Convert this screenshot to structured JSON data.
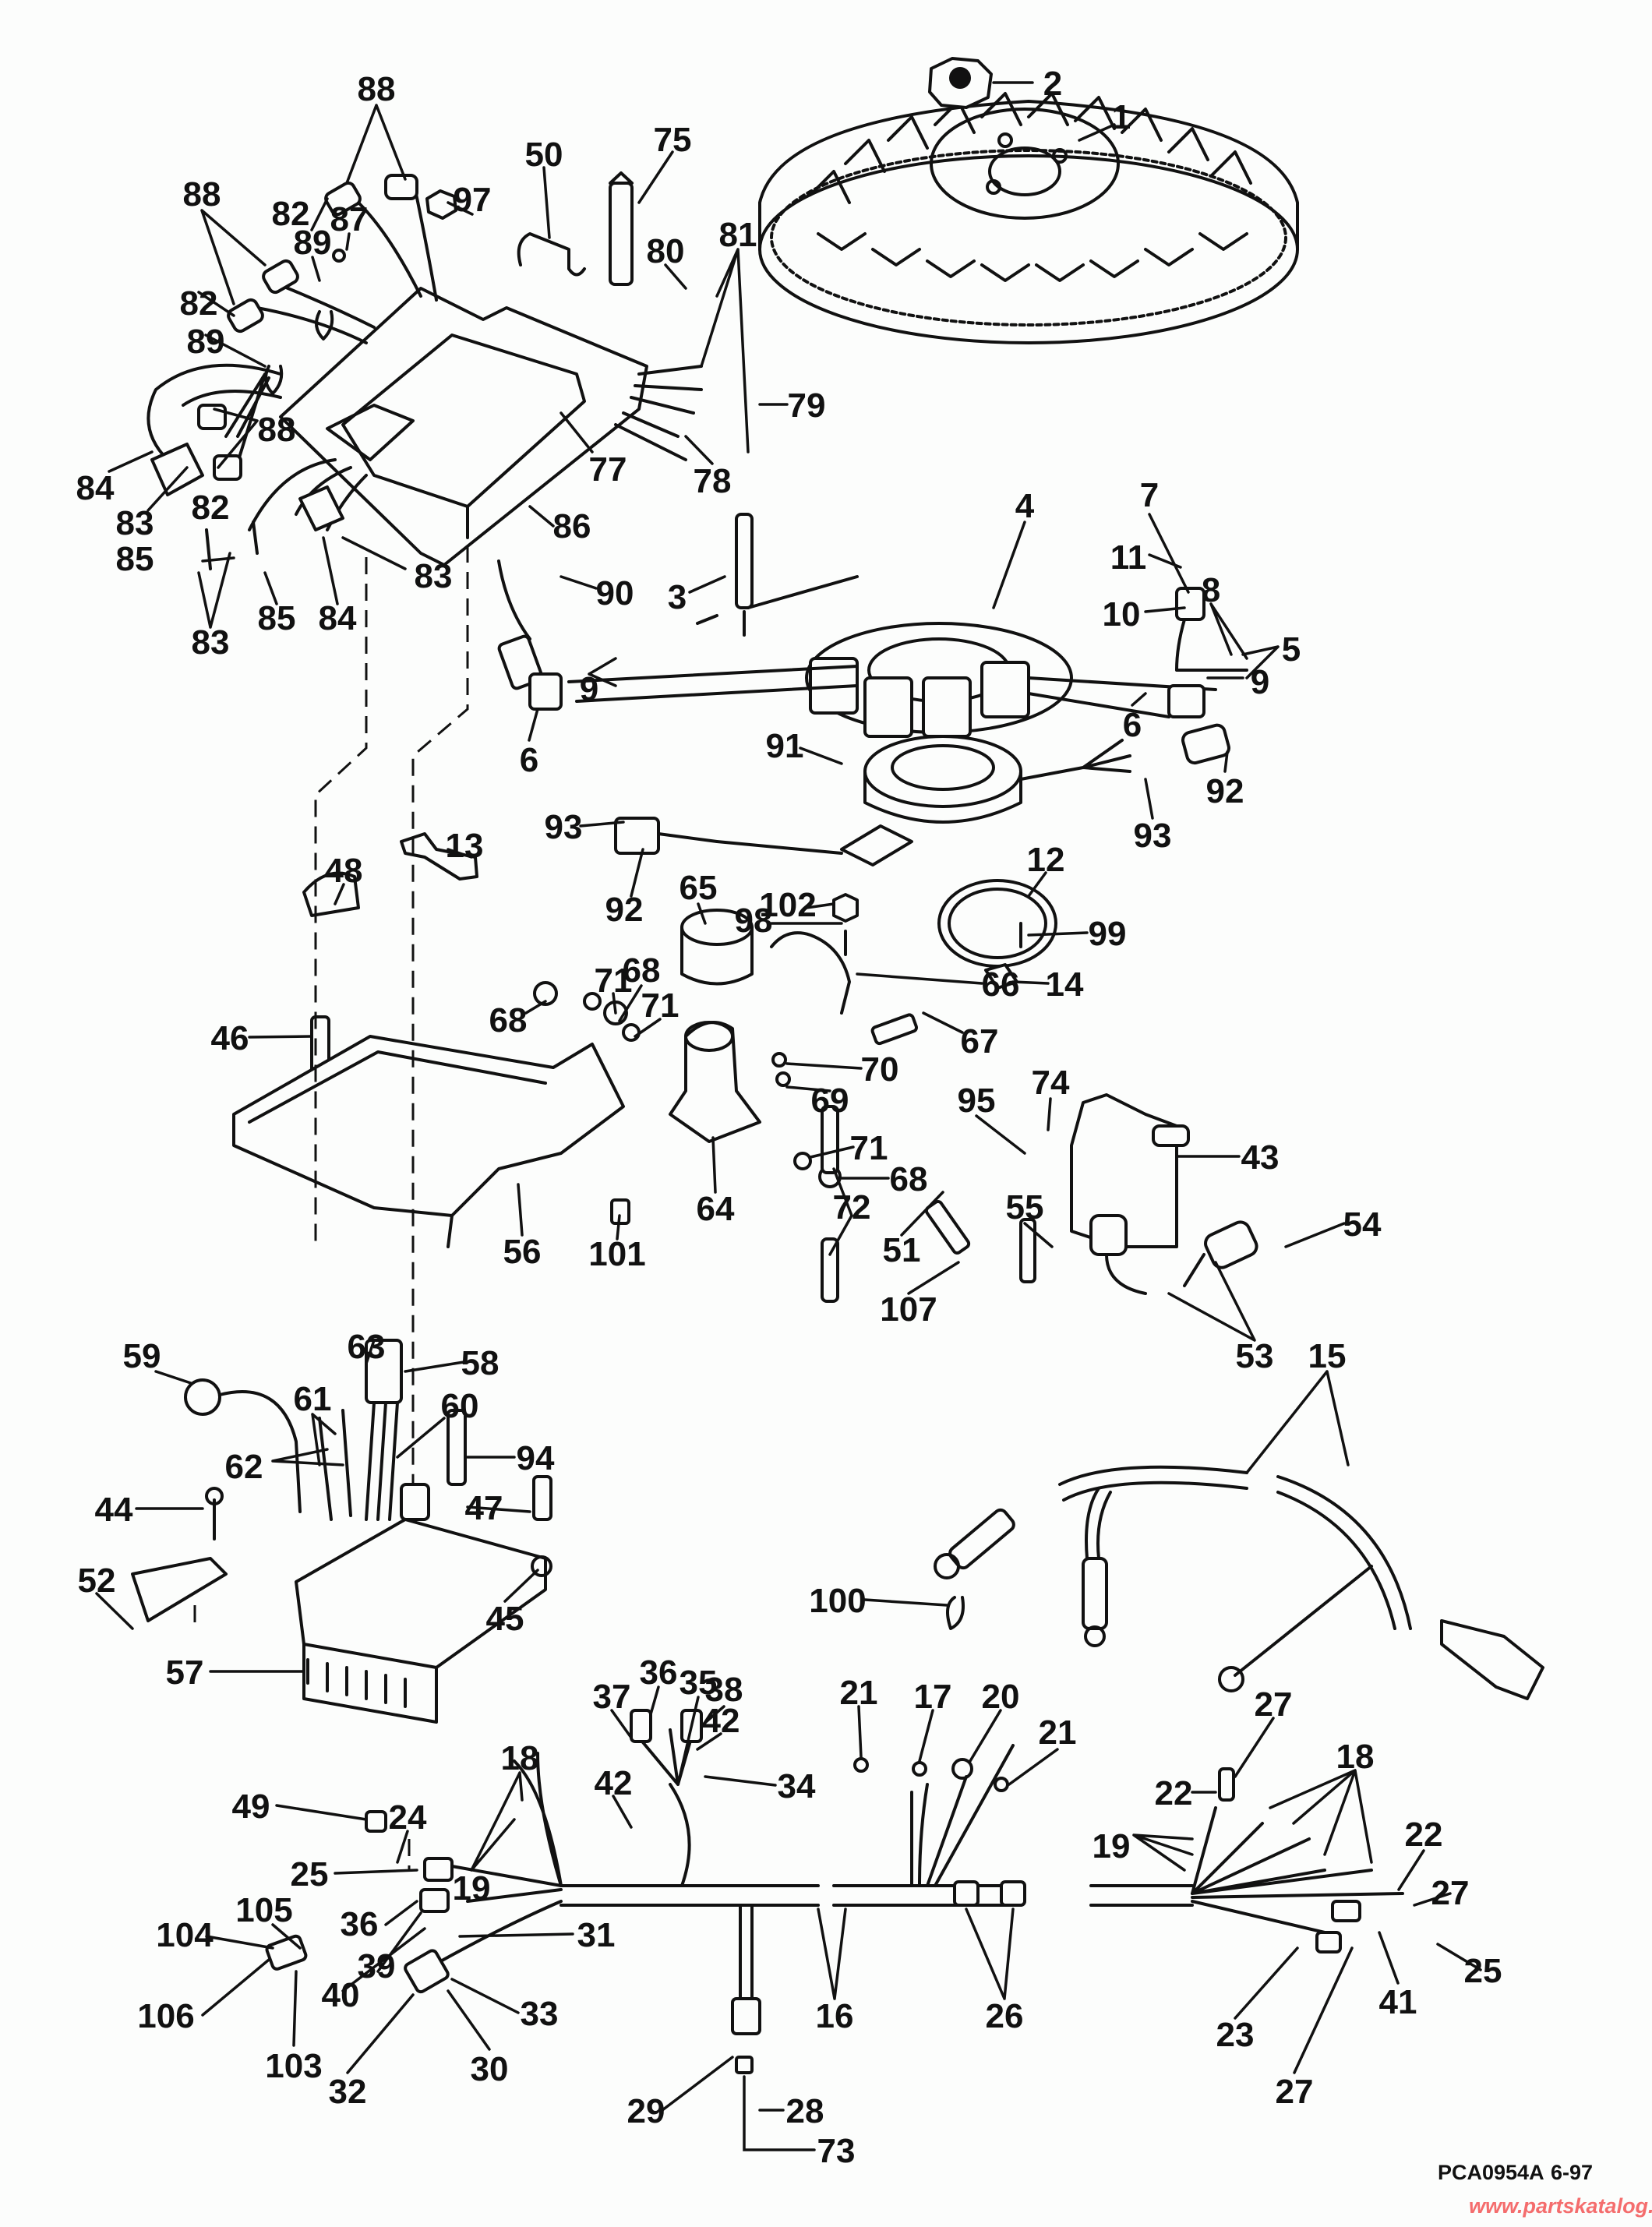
{
  "diagram": {
    "type": "exploded-parts-view",
    "subject": "Ignition / electrical components",
    "drawing_code": "PCA0954A",
    "drawing_date": "6-97",
    "watermark": "www.partskatalog.ru",
    "callouts": [
      "2",
      "1",
      "88",
      "50",
      "75",
      "88",
      "82",
      "87",
      "97",
      "89",
      "80",
      "81",
      "82",
      "89",
      "88",
      "79",
      "77",
      "78",
      "84",
      "83",
      "82",
      "85",
      "86",
      "83",
      "85",
      "84",
      "90",
      "83",
      "3",
      "4",
      "7",
      "11",
      "8",
      "10",
      "5",
      "9",
      "9",
      "6",
      "6",
      "91",
      "92",
      "93",
      "93",
      "13",
      "48",
      "12",
      "92",
      "65",
      "102",
      "98",
      "99",
      "71",
      "68",
      "68",
      "66",
      "14",
      "71",
      "46",
      "67",
      "70",
      "74",
      "95",
      "69",
      "43",
      "71",
      "68",
      "72",
      "64",
      "55",
      "54",
      "56",
      "101",
      "51",
      "107",
      "53",
      "15",
      "63",
      "59",
      "58",
      "61",
      "60",
      "62",
      "94",
      "44",
      "47",
      "52",
      "45",
      "57",
      "100",
      "35",
      "36",
      "37",
      "38",
      "42",
      "21",
      "17",
      "20",
      "21",
      "18",
      "27",
      "18",
      "42",
      "34",
      "22",
      "49",
      "24",
      "19",
      "19",
      "22",
      "25",
      "27",
      "105",
      "104",
      "36",
      "31",
      "39",
      "25",
      "40",
      "33",
      "106",
      "16",
      "26",
      "41",
      "23",
      "103",
      "32",
      "30",
      "27",
      "29",
      "28",
      "73"
    ]
  }
}
